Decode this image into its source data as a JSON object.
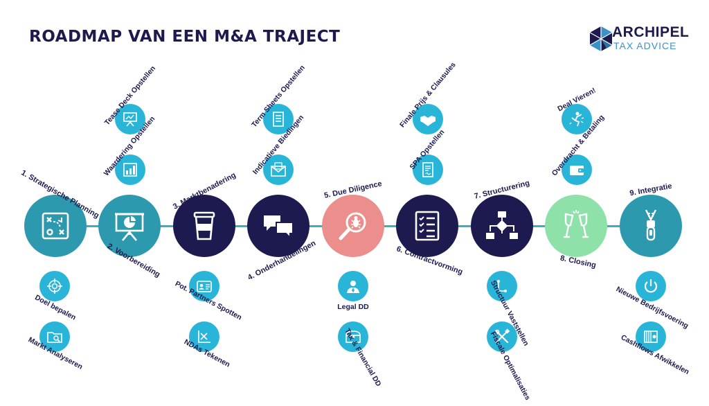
{
  "title": "ROADMAP VAN EEN M&A TRAJECT",
  "logo": {
    "main": "ARCHIPEL",
    "sub": "TAX ADVICE"
  },
  "colors": {
    "navy": "#1c1a4e",
    "teal": "#2c99af",
    "light_blue": "#29b5d7",
    "pink": "#eb8e8c",
    "mint": "#8fe1aa",
    "line": "#38aebf"
  },
  "phases": [
    {
      "label": "1. Strategische Planning",
      "color": "teal",
      "icon": "strategy-board-icon"
    },
    {
      "label": "2. Voorbereiding",
      "color": "teal",
      "icon": "presentation-board-icon"
    },
    {
      "label": "3. Marktbenadering",
      "color": "navy",
      "icon": "coffee-cup-icon"
    },
    {
      "label": "4. Onderhandelingen",
      "color": "navy",
      "icon": "chat-bubbles-icon"
    },
    {
      "label": "5. Due Diligence",
      "color": "pink",
      "icon": "magnifier-bug-icon"
    },
    {
      "label": "6. Contractvorming",
      "color": "navy",
      "icon": "checklist-icon"
    },
    {
      "label": "7. Structurering",
      "color": "navy",
      "icon": "flowchart-icon"
    },
    {
      "label": "8. Closing",
      "color": "mint",
      "icon": "champagne-icon"
    },
    {
      "label": "9. Integratie",
      "color": "teal",
      "icon": "zipper-icon"
    }
  ],
  "tasks": [
    {
      "label": "Tease Deck Opstellen",
      "icon": "easel-chart-icon"
    },
    {
      "label": "Waardering Opstellen",
      "icon": "bar-chart-icon"
    },
    {
      "label": "Term Sheets Opstellen",
      "icon": "document-icon"
    },
    {
      "label": "Indicatieve Biedingen",
      "icon": "envelope-icon"
    },
    {
      "label": "Finale Prijs & Clausules",
      "icon": "handshake-icon"
    },
    {
      "label": "SPA Opstellen",
      "icon": "contract-icon"
    },
    {
      "label": "Deal Vieren!",
      "icon": "celebrate-icon"
    },
    {
      "label": "Overdracht & Betaling",
      "icon": "wallet-icon"
    },
    {
      "label": "Doel bepalen",
      "icon": "target-icon"
    },
    {
      "label": "Markt Analyseren",
      "icon": "folder-search-icon"
    },
    {
      "label": "Pot. Partners Spotten",
      "icon": "id-card-icon"
    },
    {
      "label": "NDAs Tekenen",
      "icon": "signature-icon"
    },
    {
      "label": "Legal DD",
      "icon": "lawyer-icon"
    },
    {
      "label": "Tax & Financial DD",
      "icon": "treasure-chest-icon"
    },
    {
      "label": "Structuur Vaststellen",
      "icon": "path-icon"
    },
    {
      "label": "Fiscale Optimalisaties",
      "icon": "tools-icon"
    },
    {
      "label": "Nieuwe Bedrijfsvoering",
      "icon": "power-icon"
    },
    {
      "label": "Cashflows Afwikkelen",
      "icon": "cash-icon"
    }
  ]
}
